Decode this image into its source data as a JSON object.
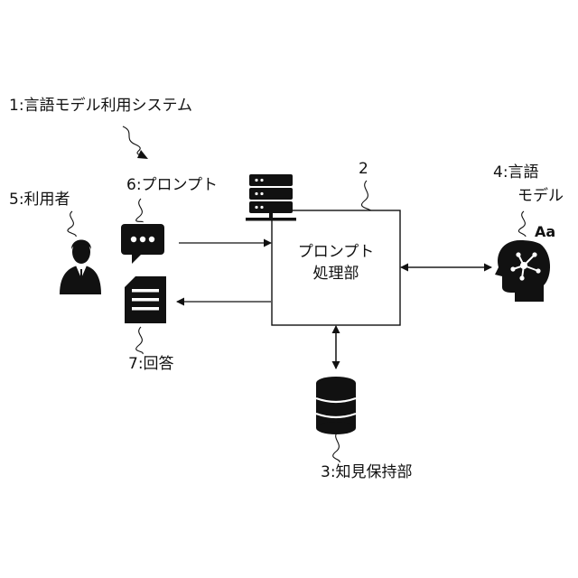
{
  "labels": {
    "system": "1:言語モデル利用システム",
    "ref_processor": "2",
    "processor_line1": "プロンプト",
    "processor_line2": "処理部",
    "knowledge": "3:知見保持部",
    "model_line1": "4:言語",
    "model_line2": "モデル",
    "model_badge": "Aa",
    "user": "5:利用者",
    "prompt": "6:プロンプト",
    "answer": "7:回答"
  },
  "icons": {
    "user": "user-icon",
    "prompt": "chat-bubble-icon",
    "answer": "document-icon",
    "server": "server-icon",
    "database": "database-icon",
    "model": "ai-head-icon"
  },
  "colors": {
    "ink": "#111111",
    "fill": "#ffffff"
  }
}
